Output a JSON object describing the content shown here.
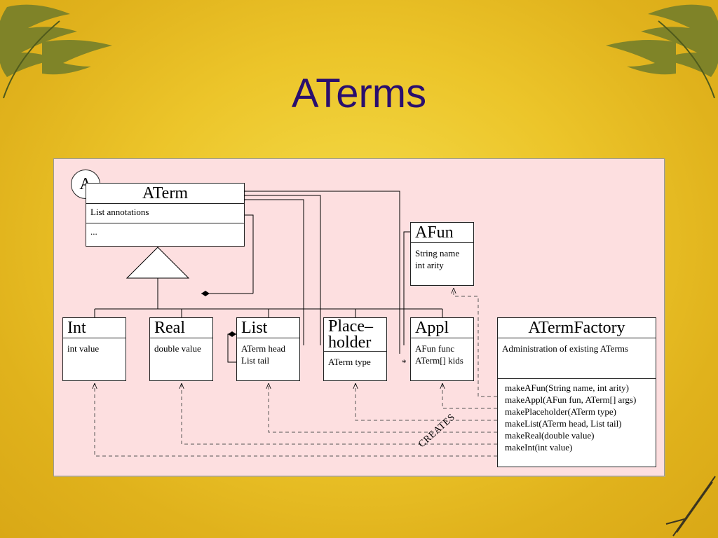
{
  "slide": {
    "title": "ATerms"
  },
  "diagram": {
    "abstract_marker": "A",
    "aterm": {
      "name": "ATerm",
      "fields": [
        "List annotations"
      ],
      "more": "..."
    },
    "afun": {
      "name": "AFun",
      "fields": [
        "String name",
        "int arity"
      ]
    },
    "int_class": {
      "name": "Int",
      "fields": [
        "int value"
      ]
    },
    "real_class": {
      "name": "Real",
      "fields": [
        "double value"
      ]
    },
    "list_class": {
      "name": "List",
      "fields": [
        "ATerm head",
        "List tail"
      ]
    },
    "placeholder_class": {
      "name_line1": "Place–",
      "name_line2": "holder",
      "fields": [
        "ATerm type"
      ]
    },
    "appl_class": {
      "name": "Appl",
      "fields": [
        "AFun func",
        "ATerm[] kids"
      ],
      "multiplicity": "*"
    },
    "factory": {
      "name": "ATermFactory",
      "description": "Administration of existing ATerms",
      "methods": [
        "makeAFun(String name, int arity)",
        "makeAppl(AFun fun, ATerm[] args)",
        "makePlaceholder(ATerm type)",
        "makeList(ATerm head, List tail)",
        "makeReal(double value)",
        "makeInt(int value)"
      ]
    },
    "creates_label": "CREATES"
  },
  "colors": {
    "title": "#2a0f6e",
    "panel": "#fddfe0",
    "background": "#ecc52a",
    "foliage": "#6b7a2a"
  }
}
